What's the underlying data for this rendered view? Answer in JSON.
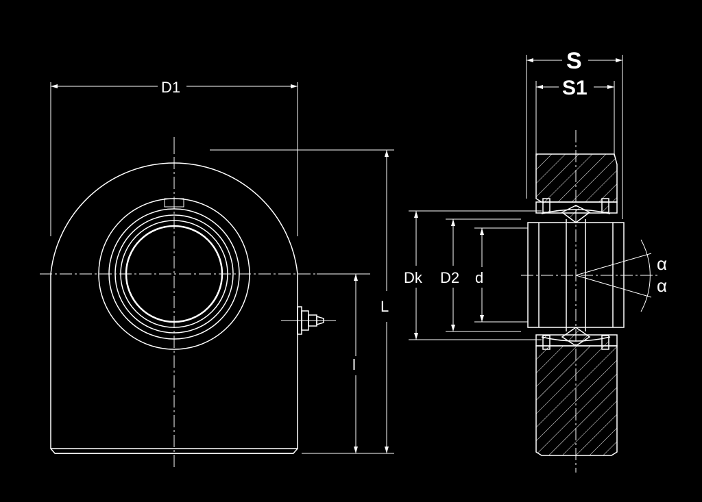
{
  "labels": {
    "D1": "D1",
    "L": "L",
    "l": "l",
    "S": "S",
    "S1": "S1",
    "Dk": "Dk",
    "D2": "D2",
    "d": "d",
    "alpha1": "α",
    "alpha2": "α"
  },
  "colors": {
    "background": "#000000",
    "line": "#ffffff"
  },
  "icons": [
    "grease-nipple-icon"
  ]
}
